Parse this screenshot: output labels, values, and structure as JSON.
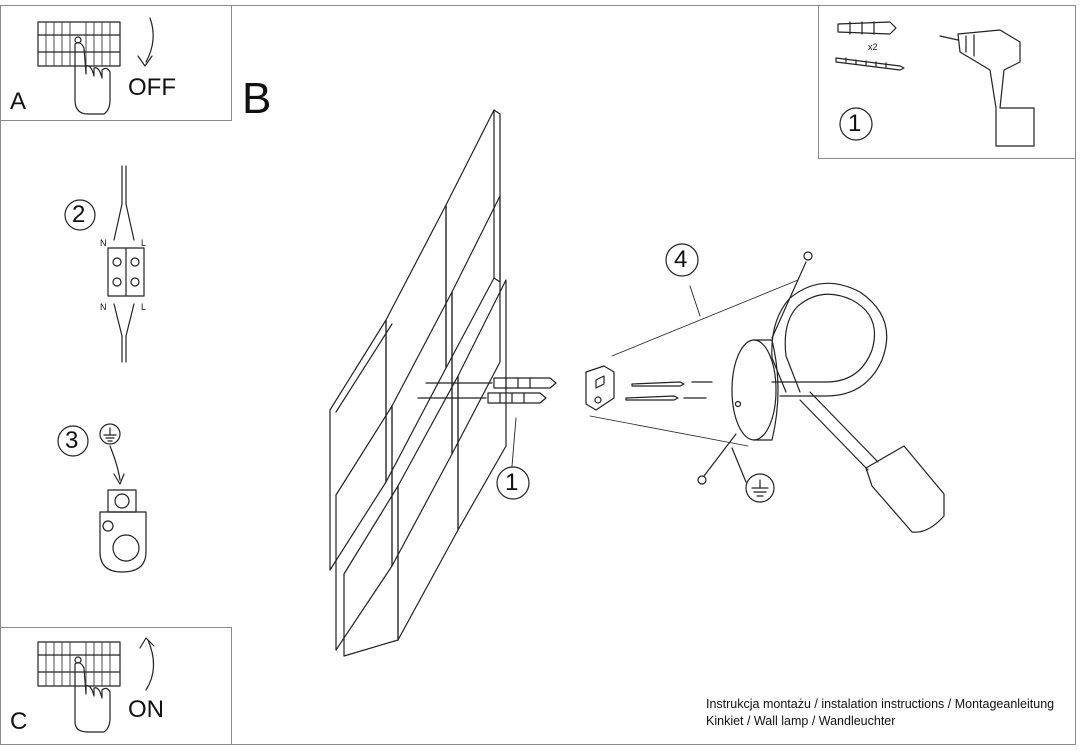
{
  "panels": {
    "a": {
      "letter": "A",
      "state": "OFF"
    },
    "c": {
      "letter": "C",
      "state": "ON"
    },
    "b": {
      "letter": "B"
    }
  },
  "steps": {
    "one": "1",
    "two": "2",
    "three": "3",
    "four": "4",
    "one_main": "1"
  },
  "hardware": {
    "quantity": "x2"
  },
  "wiring": {
    "n_top": "N",
    "l_top": "L",
    "n_bottom": "N",
    "l_bottom": "L"
  },
  "caption": {
    "line1": "Instrukcja montażu / instalation instructions / Montageanleitung",
    "line2": "Kinkiet / Wall lamp / Wandleuchter"
  }
}
